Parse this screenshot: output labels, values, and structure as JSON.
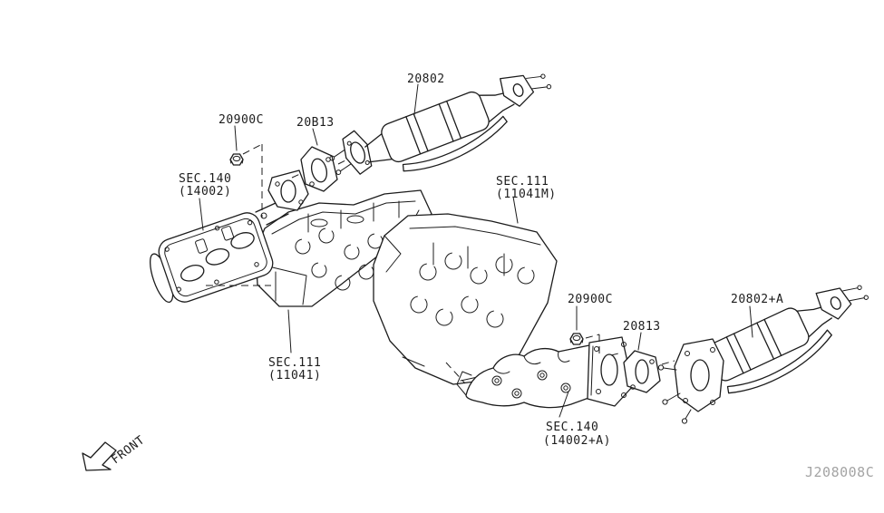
{
  "parts": [
    {
      "id": "catalyst-front",
      "label": "20802"
    },
    {
      "id": "nut-front",
      "label": "20900C"
    },
    {
      "id": "gasket-front",
      "label": "20B13"
    },
    {
      "id": "manifold-front",
      "label": "SEC.140",
      "sublabel": "(14002)"
    },
    {
      "id": "cylinder-head-rear",
      "label": "SEC.111",
      "sublabel": "(11041M)"
    },
    {
      "id": "cylinder-head-front",
      "label": "SEC.111",
      "sublabel": "(11041)"
    },
    {
      "id": "nut-rear",
      "label": "20900C"
    },
    {
      "id": "gasket-rear",
      "label": "20813"
    },
    {
      "id": "catalyst-rear",
      "label": "20802+A"
    },
    {
      "id": "manifold-rear",
      "label": "SEC.140",
      "sublabel": "(14002+A)"
    }
  ],
  "annotations": {
    "front_direction": "FRONT",
    "drawing_code": "J208008C"
  },
  "colors": {
    "line": "#1c1c1c",
    "label_text": "#1c1c1c",
    "code_text": "#a4a4a4",
    "background": "#ffffff"
  }
}
